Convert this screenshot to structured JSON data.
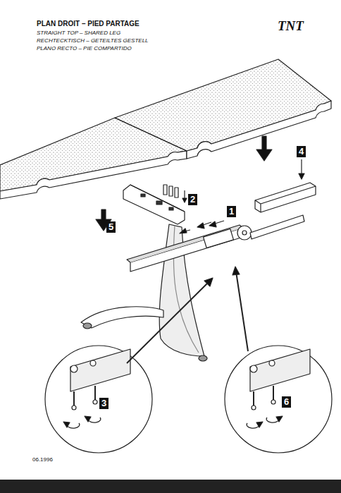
{
  "diagram": {
    "title": "PLAN DROIT – PIED PARTAGE",
    "nodes": [
      {
        "text": [
          "4"
        ]
      },
      {
        "text": [
          "2"
        ]
      },
      {
        "text": [
          "1"
        ]
      },
      {
        "text": [
          "5"
        ]
      },
      {
        "text": [
          "3"
        ]
      },
      {
        "text": [
          "6"
        ]
      }
    ],
    "labels": [
      "STRAIGHT TOP – SHARED LEG",
      "RECHTECKTISCH – GETEILTES GESTELL",
      "PLANO RECTO – PIE COMPARTIDO",
      "TNT",
      "06.1996"
    ]
  }
}
